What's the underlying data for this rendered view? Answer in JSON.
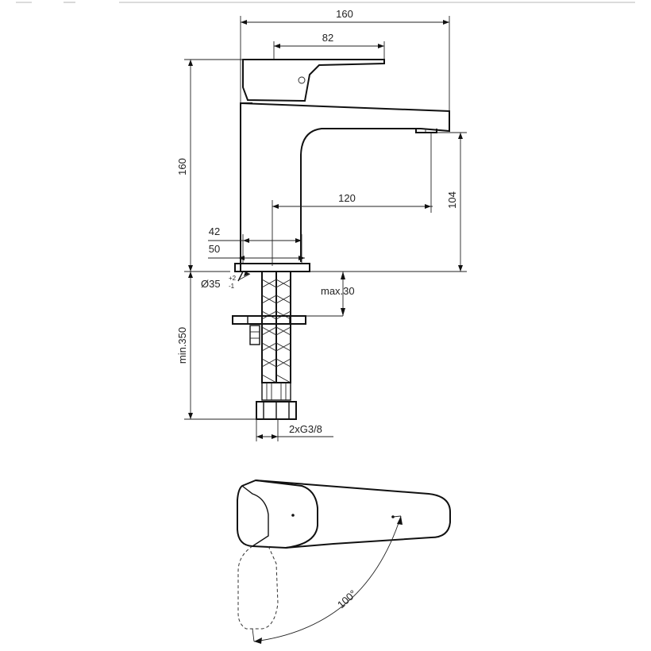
{
  "dimensions": {
    "overall_width": "160",
    "lever_length": "82",
    "overall_height": "160",
    "spout_reach": "120",
    "spout_height": "104",
    "base_42": "42",
    "base_50": "50",
    "hole_diameter": "Ø35",
    "hole_tol_plus": "+2",
    "hole_tol_minus": "-1",
    "max_thickness": "max.30",
    "hose_length": "min.350",
    "connection": "2xG3/8",
    "rotation_angle": "100°"
  },
  "colors": {
    "line": "#111111",
    "text": "#222222",
    "background": "#ffffff"
  }
}
